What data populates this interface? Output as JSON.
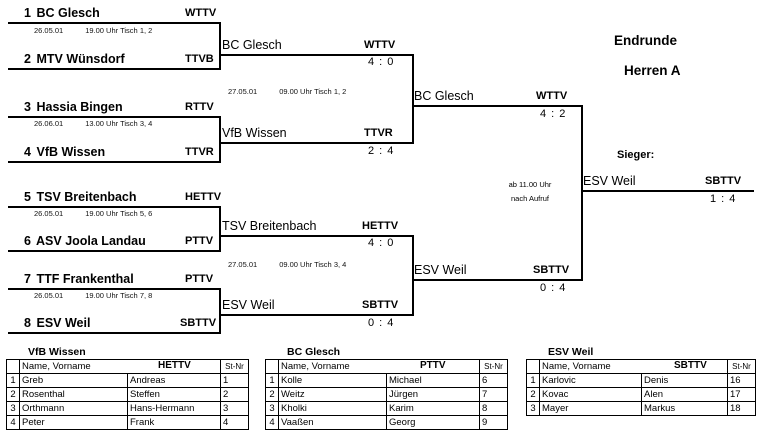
{
  "title": {
    "line1": "Endrunde",
    "line2": "Herren A",
    "winner_label": "Sieger:"
  },
  "round1": {
    "matches": [
      {
        "top": {
          "seed": "1",
          "team": "BC Glesch",
          "assoc": "WTTV"
        },
        "bottom": {
          "seed": "2",
          "team": "MTV Wünsdorf",
          "assoc": "TTVB"
        },
        "date": "26.05.01",
        "time": "19.00 Uhr  Tisch 1, 2"
      },
      {
        "top": {
          "seed": "3",
          "team": "Hassia Bingen",
          "assoc": "RTTV"
        },
        "bottom": {
          "seed": "4",
          "team": "VfB Wissen",
          "assoc": "TTVR"
        },
        "date": "26.06.01",
        "time": "13.00 Uhr  Tisch 3, 4"
      },
      {
        "top": {
          "seed": "5",
          "team": "TSV Breitenbach",
          "assoc": "HETTV"
        },
        "bottom": {
          "seed": "6",
          "team": "ASV Joola Landau",
          "assoc": "PTTV"
        },
        "date": "26.05.01",
        "time": "19.00 Uhr  Tisch 5, 6"
      },
      {
        "top": {
          "seed": "7",
          "team": "TTF Frankenthal",
          "assoc": "PTTV"
        },
        "bottom": {
          "seed": "8",
          "team": "ESV Weil",
          "assoc": "SBTTV"
        },
        "date": "26.05.01",
        "time": "19.00 Uhr  Tisch 7, 8"
      }
    ]
  },
  "round2": {
    "matches": [
      {
        "top": {
          "team": "BC Glesch",
          "assoc": "WTTV",
          "score": "4 : 0"
        },
        "bottom": {
          "team": "VfB Wissen",
          "assoc": "TTVR",
          "score": "2 : 4"
        },
        "date": "27.05.01",
        "time": "09.00 Uhr  Tisch 1, 2"
      },
      {
        "top": {
          "team": "TSV Breitenbach",
          "assoc": "HETTV",
          "score": "4 : 0"
        },
        "bottom": {
          "team": "ESV Weil",
          "assoc": "SBTTV",
          "score": "0 : 4"
        },
        "date": "27.05.01",
        "time": "09.00 Uhr  Tisch 3, 4"
      }
    ]
  },
  "final": {
    "top": {
      "team": "BC Glesch",
      "assoc": "WTTV",
      "score": "4 : 2"
    },
    "bottom": {
      "team": "ESV Weil",
      "assoc": "SBTTV",
      "score": "0 : 4"
    },
    "note_line1": "ab 11.00 Uhr",
    "note_line2": "nach Aufruf"
  },
  "winner": {
    "team": "ESV Weil",
    "assoc": "SBTTV",
    "score": "1 : 4"
  },
  "rosters": [
    {
      "club": "VfB Wissen",
      "assoc": "HETTV",
      "headers": {
        "name": "Name, Vorname",
        "stnr": "St-Nr"
      },
      "players": [
        {
          "idx": "1",
          "last": "Greb",
          "first": "Andreas",
          "stnr": "1"
        },
        {
          "idx": "2",
          "last": "Rosenthal",
          "first": "Steffen",
          "stnr": "2"
        },
        {
          "idx": "3",
          "last": "Orthmann",
          "first": "Hans-Hermann",
          "stnr": "3"
        },
        {
          "idx": "4",
          "last": "Peter",
          "first": "Frank",
          "stnr": "4"
        }
      ]
    },
    {
      "club": "BC Glesch",
      "assoc": "PTTV",
      "headers": {
        "name": "Name, Vorname",
        "stnr": "St-Nr"
      },
      "players": [
        {
          "idx": "1",
          "last": "Kolle",
          "first": "Michael",
          "stnr": "6"
        },
        {
          "idx": "2",
          "last": "Weitz",
          "first": "Jürgen",
          "stnr": "7"
        },
        {
          "idx": "3",
          "last": "Kholki",
          "first": "Karim",
          "stnr": "8"
        },
        {
          "idx": "4",
          "last": "Vaaßen",
          "first": "Georg",
          "stnr": "9"
        }
      ]
    },
    {
      "club": "ESV Weil",
      "assoc": "SBTTV",
      "headers": {
        "name": "Name, Vorname",
        "stnr": "St-Nr"
      },
      "players": [
        {
          "idx": "1",
          "last": "Karlovic",
          "first": "Denis",
          "stnr": "16"
        },
        {
          "idx": "2",
          "last": "Kovac",
          "first": "Alen",
          "stnr": "17"
        },
        {
          "idx": "3",
          "last": "Mayer",
          "first": "Markus",
          "stnr": "18"
        }
      ]
    }
  ]
}
